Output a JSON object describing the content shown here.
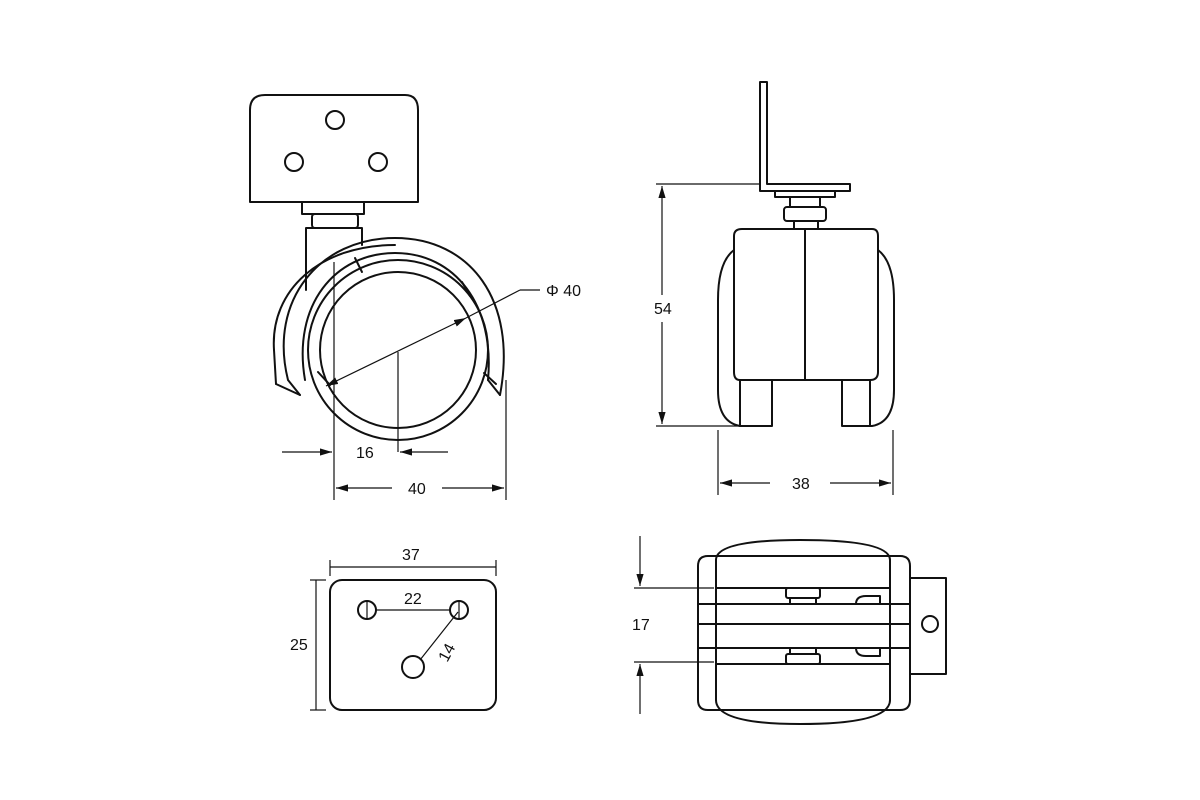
{
  "dimensions": {
    "wheel_diameter": "Φ 40",
    "offset": "16",
    "wheel_width_side": "40",
    "overall_height": "54",
    "front_width": "38",
    "plate_width": "37",
    "plate_height": "25",
    "hole_spacing_h": "22",
    "hole_spacing_d": "14",
    "bottom_gap": "17"
  }
}
